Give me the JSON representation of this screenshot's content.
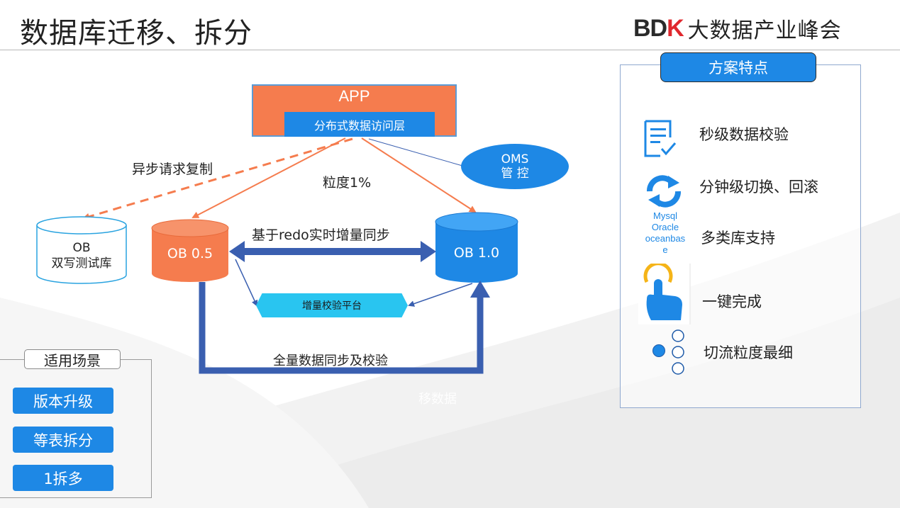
{
  "header": {
    "title": "数据库迁移、拆分",
    "logo_mark_a": "BD",
    "logo_mark_b": "K",
    "logo_text": "大数据产业峰会"
  },
  "diagram": {
    "app_label": "APP",
    "access_layer_label": "分布式数据访问层",
    "oms_line1": "OMS",
    "oms_line2": "管 控",
    "async_label": "异步请求复制",
    "granularity_label": "粒度1%",
    "test_db_line1": "OB",
    "test_db_line2": "双写测试库",
    "source_db_label": "OB 0.5",
    "target_db_label": "OB 1.0",
    "redo_sync_label": "基于redo实时增量同步",
    "verify_platform_label": "增量校验平台",
    "full_sync_label": "全量数据同步及校验",
    "faint_text": "移数据",
    "colors": {
      "orange": "#f57c4e",
      "blue": "#1e88e5",
      "dark_blue": "#3a5fb0",
      "cyan": "#29c5f0"
    }
  },
  "features": {
    "header": "方案特点",
    "items": [
      {
        "icon": "checklist-icon",
        "label": "秒级数据校验"
      },
      {
        "icon": "refresh-icon",
        "label": "分钟级切换、回滚"
      },
      {
        "icon": "db-types-icon",
        "label": "多类库支持",
        "icon_text": [
          "Mysql",
          "Oracle",
          "oceanbas",
          "e"
        ]
      },
      {
        "icon": "tap-hand-icon",
        "label": "一键完成"
      },
      {
        "icon": "radio-dots-icon",
        "label": "切流粒度最细"
      }
    ]
  },
  "scenarios": {
    "header": "适用场景",
    "items": [
      "版本升级",
      "等表拆分",
      "1拆多"
    ]
  }
}
